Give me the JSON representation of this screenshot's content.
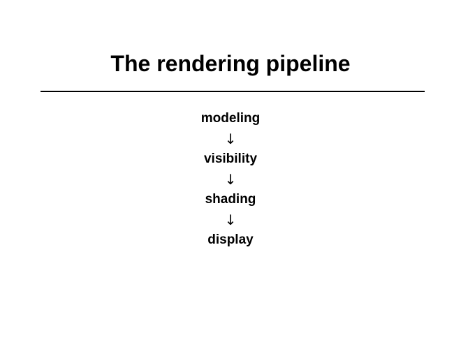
{
  "slide": {
    "title": "The rendering pipeline",
    "background_color": "#ffffff",
    "text_color": "#000000",
    "rule_color": "#000000"
  },
  "pipeline": {
    "arrow_glyph": "↓",
    "stages": [
      {
        "label": "modeling"
      },
      {
        "label": "visibility"
      },
      {
        "label": "shading"
      },
      {
        "label": "display"
      }
    ]
  }
}
